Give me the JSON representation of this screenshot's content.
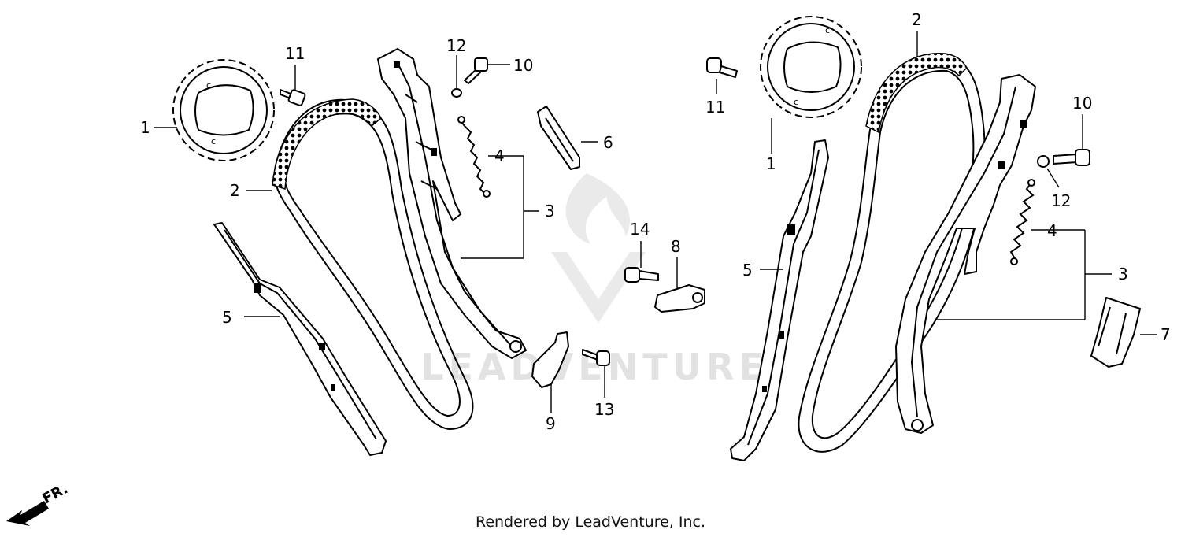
{
  "watermark": "LEADVENTURE",
  "footer": "Rendered by LeadVenture, Inc.",
  "direction_label": "FR.",
  "callouts": {
    "left": {
      "c1": "1",
      "c2": "2",
      "c3": "3",
      "c4": "4",
      "c5": "5",
      "c6": "6",
      "c8": "8",
      "c9": "9",
      "c10": "10",
      "c11": "11",
      "c12": "12",
      "c13": "13",
      "c14": "14"
    },
    "right": {
      "c1": "1",
      "c2": "2",
      "c3": "3",
      "c4": "4",
      "c5": "5",
      "c7": "7",
      "c10": "10",
      "c11": "11",
      "c12": "12"
    }
  }
}
